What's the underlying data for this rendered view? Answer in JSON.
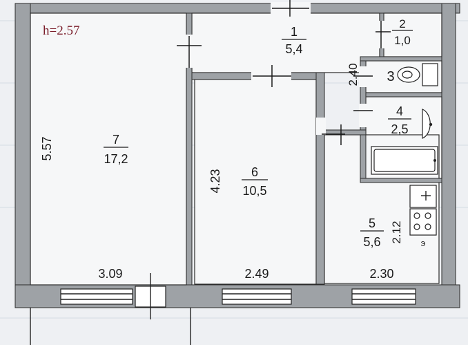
{
  "plan": {
    "height_label": "h=2.57",
    "rooms": [
      {
        "id": "1",
        "number": "1",
        "area": "5,4"
      },
      {
        "id": "2",
        "number": "2",
        "area": "1,0"
      },
      {
        "id": "3",
        "number": "3",
        "area": ""
      },
      {
        "id": "4",
        "number": "4",
        "area": "2,5"
      },
      {
        "id": "5",
        "number": "5",
        "area": "5,6"
      },
      {
        "id": "6",
        "number": "6",
        "area": "10,5"
      },
      {
        "id": "7",
        "number": "7",
        "area": "17,2"
      }
    ],
    "dimensions": {
      "room7_depth": "5.57",
      "room7_width": "3.09",
      "room6_depth": "4.23",
      "room6_width": "2.49",
      "bath_depth": "2.40",
      "kitchen_width": "2.30",
      "kitchen_depth": "2.12"
    },
    "stove_mark": "э",
    "colors": {
      "wall": "#9ea2a6",
      "background": "#eef0f3",
      "height_text": "#7a1d2a"
    }
  }
}
